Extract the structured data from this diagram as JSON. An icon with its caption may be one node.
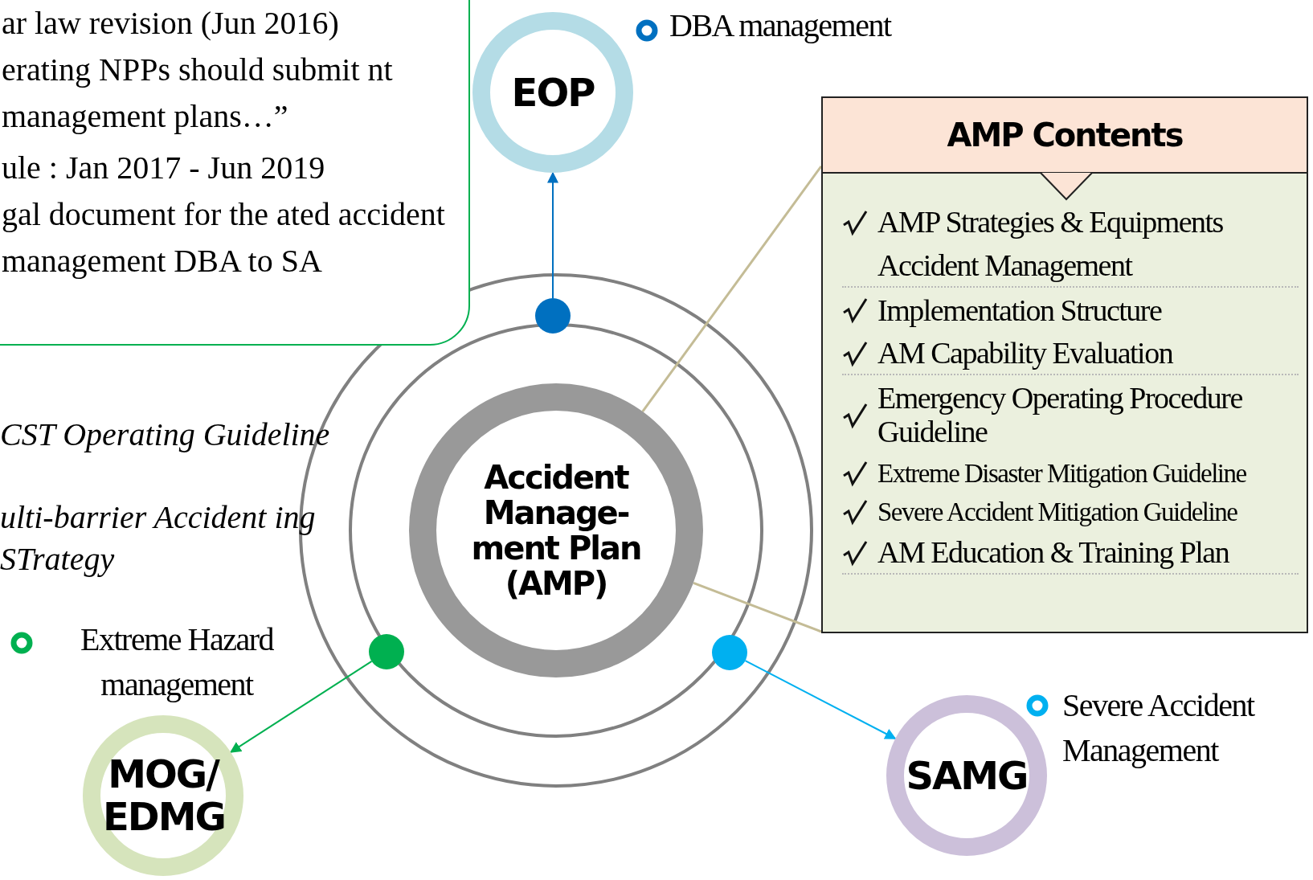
{
  "diagram": {
    "nodes": [
      {
        "text": [
          "ar law revision (Jun 2016)",
          "erating NPPs should submit nt management plans…”",
          "ule : Jan 2017 - Jun 2019",
          "gal document for the ated accident management DBA to SA"
        ]
      },
      {
        "text": [
          "EOP"
        ],
        "beside": [
          "DBA management"
        ]
      },
      {
        "text": [
          "AMP Contents",
          "AMP Strategies & Equipments",
          "Accident Management",
          "Implementation Structure",
          "AM Capability Evaluation",
          "Emergency Operating Procedure Guideline",
          "Extreme Disaster Mitigation  Guideline",
          "Severe Accident Mitigation Guideline",
          "AM Education & Training Plan"
        ]
      },
      {
        "text": [
          "Accident Manage- ment Plan (AMP)"
        ]
      },
      {
        "text": [],
        "shape": "circle"
      },
      {
        "text": [],
        "shape": "circle"
      },
      {
        "text": [],
        "shape": "circle"
      },
      {
        "text": [
          "MOG/ EDMG"
        ],
        "beside": [
          "Extreme Hazard management"
        ]
      },
      {
        "text": [
          "SAMG"
        ],
        "beside": [
          "Severe Accident Management"
        ]
      }
    ],
    "edges": [
      {
        "from": 4,
        "to": 1,
        "arrow": "to",
        "color": "#0070c0"
      },
      {
        "from": 5,
        "to": 7,
        "arrow": "to",
        "color": "#00b050"
      },
      {
        "from": 6,
        "to": 8,
        "arrow": "to",
        "color": "#00b0f0"
      },
      {
        "from": 2,
        "to": 3,
        "arrow": "none",
        "color": "#c4bc96"
      },
      {
        "from": 2,
        "to": 3,
        "arrow": "none",
        "color": "#c4bc96"
      }
    ],
    "labels": [
      "CST Operating Guideline",
      "ulti-barrier Accident ing STrategy"
    ]
  }
}
